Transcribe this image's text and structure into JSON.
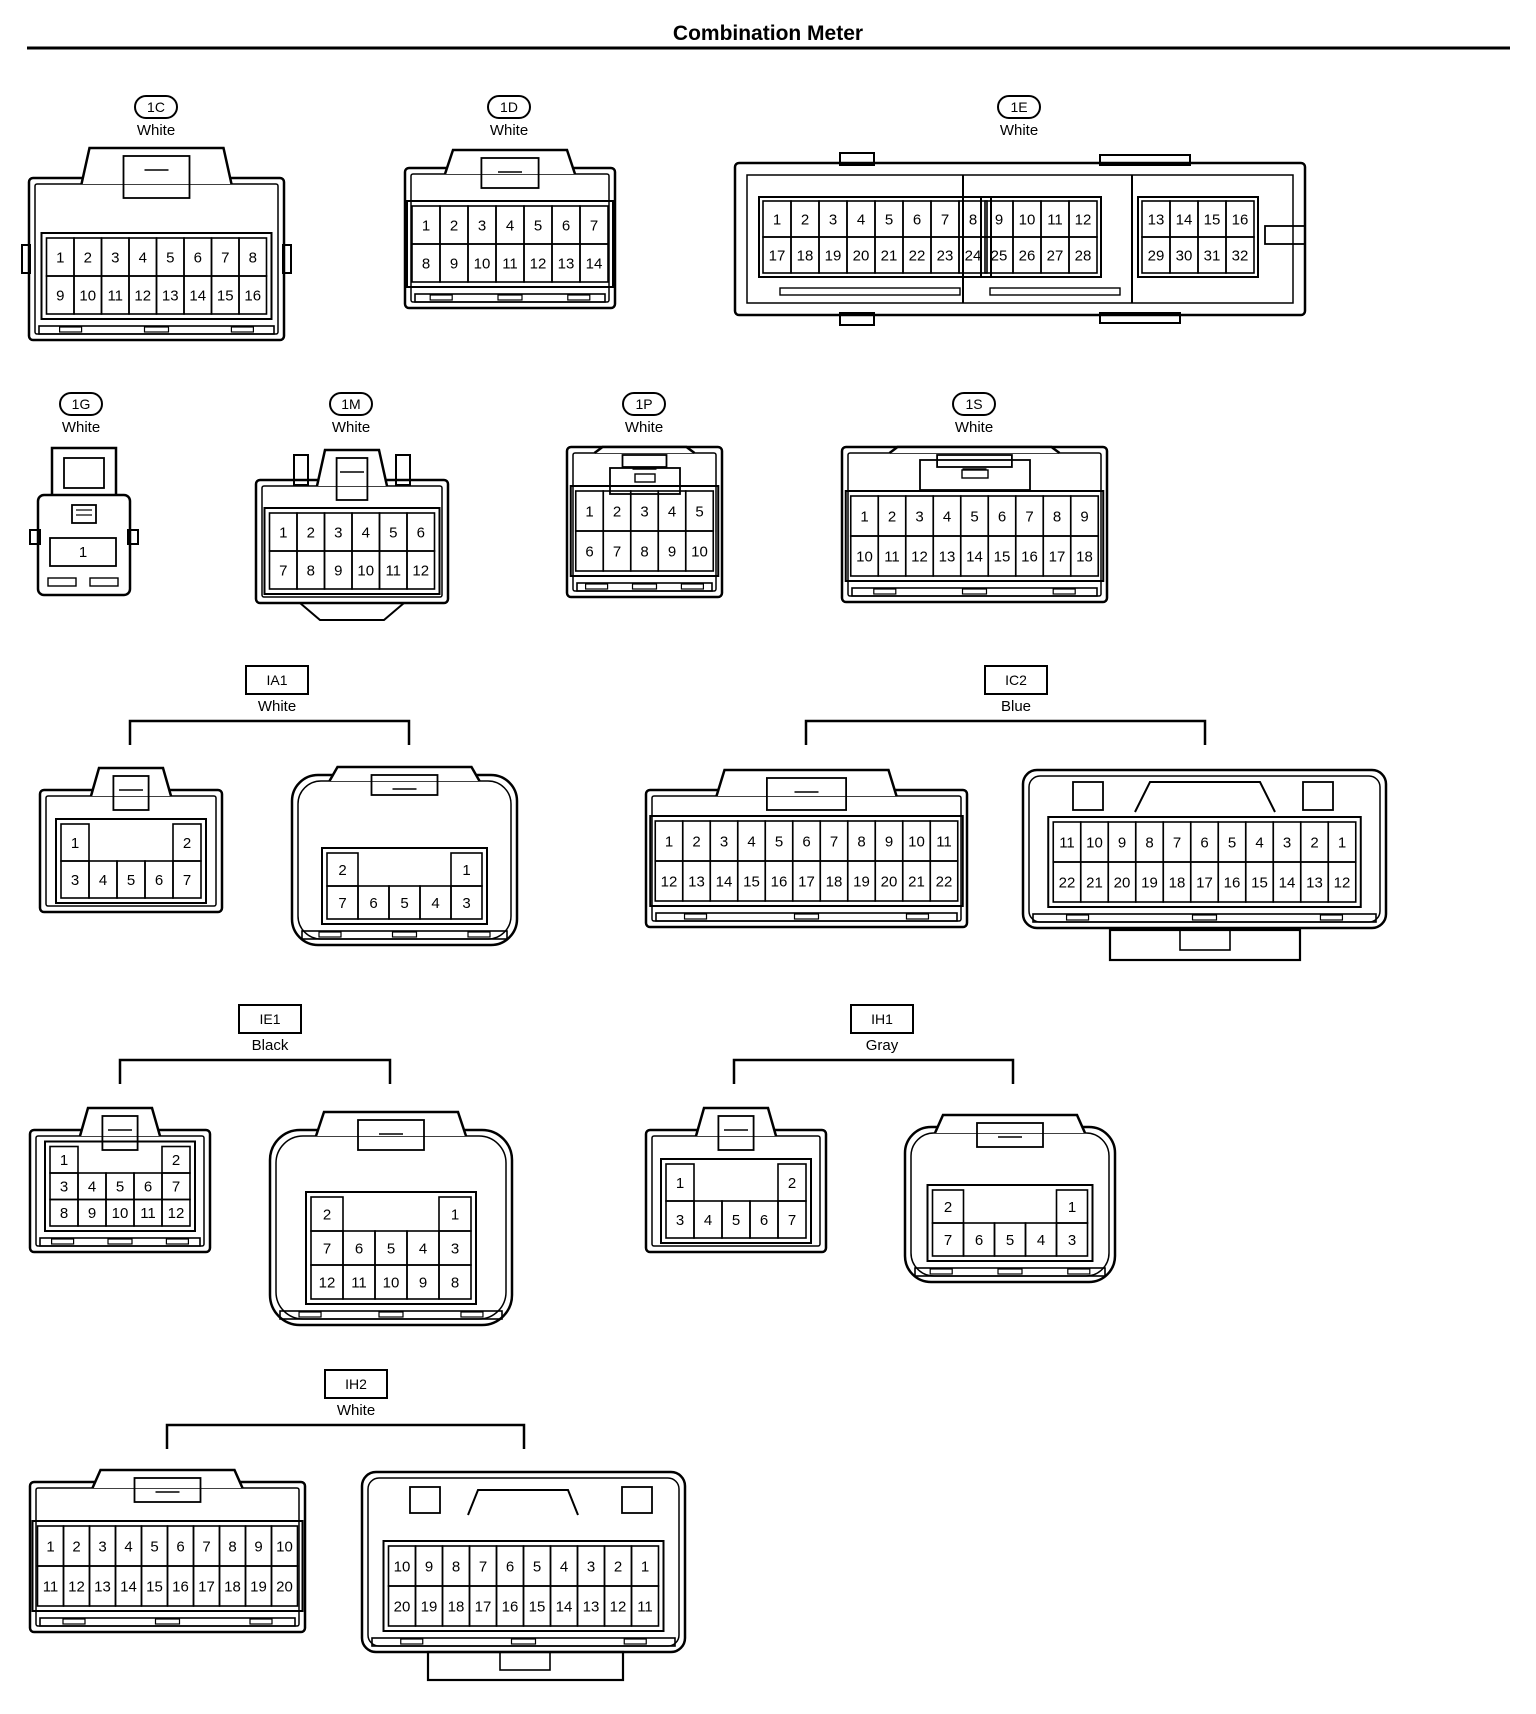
{
  "title": "Combination Meter",
  "connectors": [
    {
      "id": "1C",
      "style": "pill",
      "color": "White",
      "rows": [
        [
          "1",
          "2",
          "3",
          "4",
          "5",
          "6",
          "7",
          "8"
        ],
        [
          "9",
          "10",
          "11",
          "12",
          "13",
          "14",
          "15",
          "16"
        ]
      ]
    },
    {
      "id": "1D",
      "style": "pill",
      "color": "White",
      "rows": [
        [
          "1",
          "2",
          "3",
          "4",
          "5",
          "6",
          "7"
        ],
        [
          "8",
          "9",
          "10",
          "11",
          "12",
          "13",
          "14"
        ]
      ]
    },
    {
      "id": "1E",
      "style": "pill",
      "color": "White",
      "groups": [
        [
          [
            "1",
            "2",
            "3",
            "4",
            "5",
            "6",
            "7",
            "8"
          ],
          [
            "17",
            "18",
            "19",
            "20",
            "21",
            "22",
            "23",
            "24"
          ]
        ],
        [
          [
            "9",
            "10",
            "11",
            "12"
          ],
          [
            "25",
            "26",
            "27",
            "28"
          ]
        ],
        [
          [
            "13",
            "14",
            "15",
            "16"
          ],
          [
            "29",
            "30",
            "31",
            "32"
          ]
        ]
      ]
    },
    {
      "id": "1G",
      "style": "pill",
      "color": "White",
      "rows": [
        [
          "1"
        ]
      ]
    },
    {
      "id": "1M",
      "style": "pill",
      "color": "White",
      "rows": [
        [
          "1",
          "2",
          "3",
          "4",
          "5",
          "6"
        ],
        [
          "7",
          "8",
          "9",
          "10",
          "11",
          "12"
        ]
      ]
    },
    {
      "id": "1P",
      "style": "pill",
      "color": "White",
      "rows": [
        [
          "1",
          "2",
          "3",
          "4",
          "5"
        ],
        [
          "6",
          "7",
          "8",
          "9",
          "10"
        ]
      ]
    },
    {
      "id": "1S",
      "style": "pill",
      "color": "White",
      "rows": [
        [
          "1",
          "2",
          "3",
          "4",
          "5",
          "6",
          "7",
          "8",
          "9"
        ],
        [
          "10",
          "11",
          "12",
          "13",
          "14",
          "15",
          "16",
          "17",
          "18"
        ]
      ]
    },
    {
      "id": "IA1",
      "style": "box",
      "color": "White",
      "pair": [
        {
          "rows": [
            [
              "1",
              "",
              "",
              "",
              "2"
            ],
            [
              "3",
              "4",
              "5",
              "6",
              "7"
            ]
          ]
        },
        {
          "rows": [
            [
              "2",
              "",
              "",
              "",
              "1"
            ],
            [
              "7",
              "6",
              "5",
              "4",
              "3"
            ]
          ]
        }
      ]
    },
    {
      "id": "IC2",
      "style": "box",
      "color": "Blue",
      "pair": [
        {
          "rows": [
            [
              "1",
              "2",
              "3",
              "4",
              "5",
              "6",
              "7",
              "8",
              "9",
              "10",
              "11"
            ],
            [
              "12",
              "13",
              "14",
              "15",
              "16",
              "17",
              "18",
              "19",
              "20",
              "21",
              "22"
            ]
          ]
        },
        {
          "rows": [
            [
              "11",
              "10",
              "9",
              "8",
              "7",
              "6",
              "5",
              "4",
              "3",
              "2",
              "1"
            ],
            [
              "22",
              "21",
              "20",
              "19",
              "18",
              "17",
              "16",
              "15",
              "14",
              "13",
              "12"
            ]
          ]
        }
      ]
    },
    {
      "id": "IE1",
      "style": "box",
      "color": "Black",
      "pair": [
        {
          "rows": [
            [
              "1",
              "",
              "",
              "",
              "2"
            ],
            [
              "3",
              "4",
              "5",
              "6",
              "7"
            ],
            [
              "8",
              "9",
              "10",
              "11",
              "12"
            ]
          ]
        },
        {
          "rows": [
            [
              "2",
              "",
              "",
              "",
              "1"
            ],
            [
              "7",
              "6",
              "5",
              "4",
              "3"
            ],
            [
              "12",
              "11",
              "10",
              "9",
              "8"
            ]
          ]
        }
      ]
    },
    {
      "id": "IH1",
      "style": "box",
      "color": "Gray",
      "pair": [
        {
          "rows": [
            [
              "1",
              "",
              "",
              "",
              "2"
            ],
            [
              "3",
              "4",
              "5",
              "6",
              "7"
            ]
          ]
        },
        {
          "rows": [
            [
              "2",
              "",
              "",
              "",
              "1"
            ],
            [
              "7",
              "6",
              "5",
              "4",
              "3"
            ]
          ]
        }
      ]
    },
    {
      "id": "IH2",
      "style": "box",
      "color": "White",
      "pair": [
        {
          "rows": [
            [
              "1",
              "2",
              "3",
              "4",
              "5",
              "6",
              "7",
              "8",
              "9",
              "10"
            ],
            [
              "11",
              "12",
              "13",
              "14",
              "15",
              "16",
              "17",
              "18",
              "19",
              "20"
            ]
          ]
        },
        {
          "rows": [
            [
              "10",
              "9",
              "8",
              "7",
              "6",
              "5",
              "4",
              "3",
              "2",
              "1"
            ],
            [
              "20",
              "19",
              "18",
              "17",
              "16",
              "15",
              "14",
              "13",
              "12",
              "11"
            ]
          ]
        }
      ]
    }
  ]
}
